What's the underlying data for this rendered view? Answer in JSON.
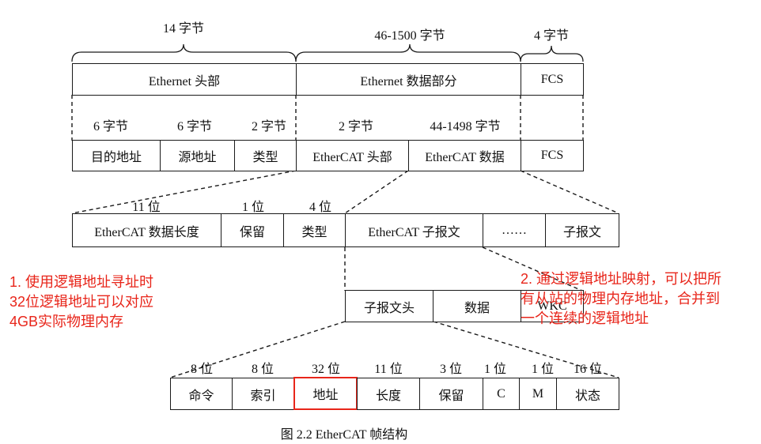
{
  "top_labels": {
    "header_size": "14 字节",
    "data_size": "46-1500 字节",
    "fcs_size": "4 字节"
  },
  "ethernet_frame": {
    "header": "Ethernet 头部",
    "data": "Ethernet 数据部分",
    "fcs": "FCS"
  },
  "field_sizes": {
    "dest": "6 字节",
    "src": "6 字节",
    "type": "2 字节",
    "ecat_header": "2 字节",
    "ecat_data": "44-1498 字节"
  },
  "ethernet_fields": {
    "dest": "目的地址",
    "src": "源地址",
    "type": "类型",
    "ecat_header": "EtherCAT 头部",
    "ecat_data": "EtherCAT 数据",
    "fcs": "FCS"
  },
  "header_sizes": {
    "length": "11 位",
    "reserved": "1 位",
    "type": "4 位"
  },
  "ecat_row": {
    "length": "EtherCAT 数据长度",
    "reserved": "保留",
    "type": "类型",
    "datagram": "EtherCAT 子报文",
    "ellipsis": "……",
    "datagram2": "子报文"
  },
  "datagram_row": {
    "header": "子报文头",
    "data": "数据",
    "wkc": "WKC"
  },
  "bottom_sizes": {
    "command": "8 位",
    "index": "8 位",
    "address": "32 位",
    "length": "11 位",
    "reserved": "3 位",
    "c": "1 位",
    "m": "1 位",
    "status": "16 位"
  },
  "bottom_row": {
    "command": "命令",
    "index": "索引",
    "address": "地址",
    "length": "长度",
    "reserved": "保留",
    "c": "C",
    "m": "M",
    "status": "状态"
  },
  "annotations": {
    "left": [
      "1. 使用逻辑地址寻址时",
      "32位逻辑地址可以对应",
      "4GB实际物理内存"
    ],
    "right": [
      "2. 通过逻辑地址映射，可以把所",
      "有从站的物理内存地址，合并到",
      "一个连续的逻辑地址"
    ]
  },
  "caption": "图 2.2 EtherCAT 帧结构",
  "colors": {
    "annotation": "#e8251a",
    "highlight": "#e8251a",
    "line": "#1a1a1a"
  }
}
